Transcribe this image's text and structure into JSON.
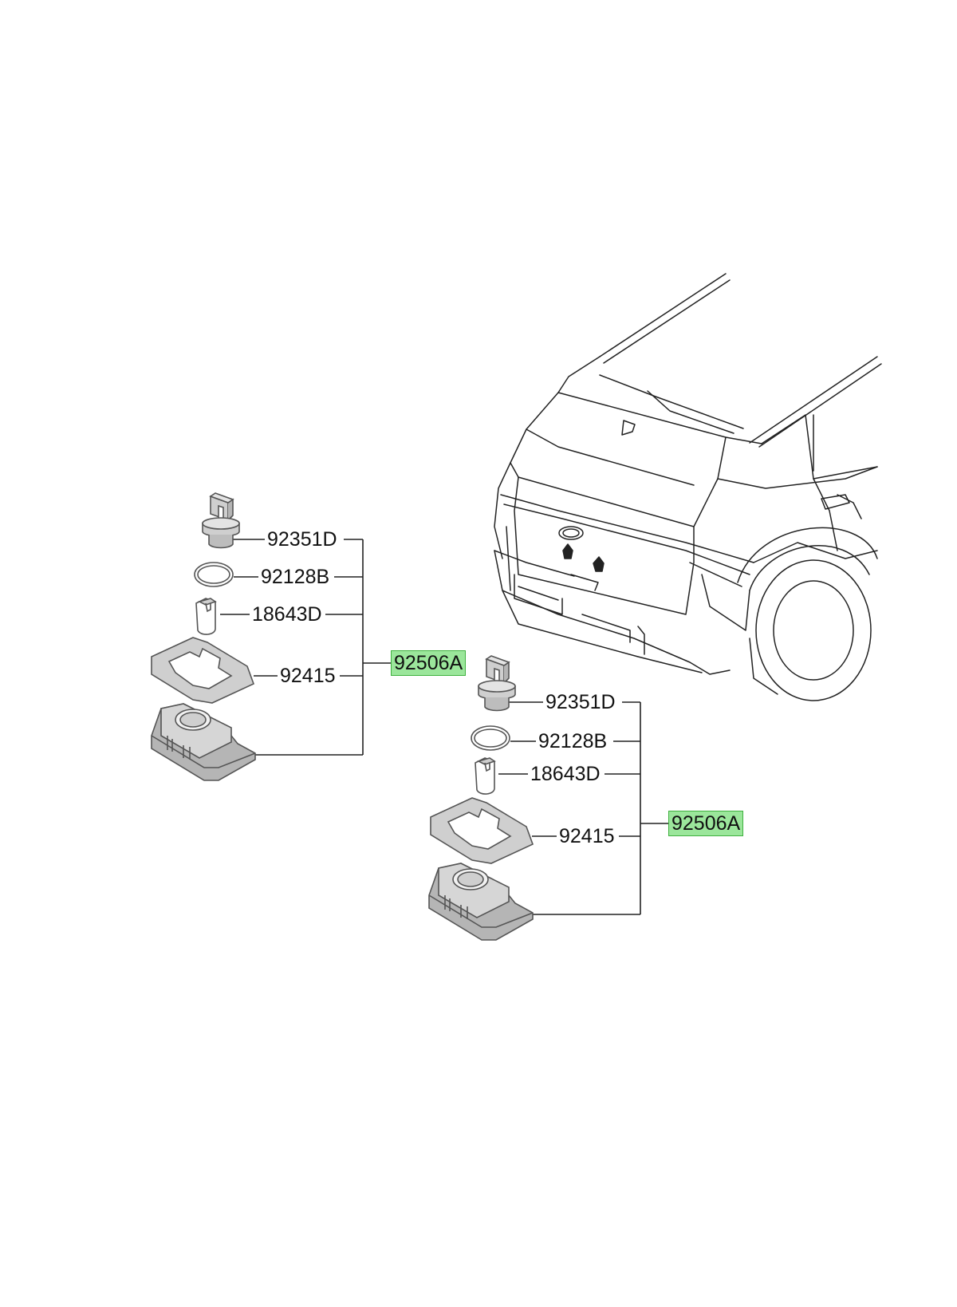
{
  "colors": {
    "highlight_fill": "#9be69b",
    "highlight_border": "#3fb13f",
    "line": "#222222",
    "part_fill": "#cfcfcf"
  },
  "groups": [
    {
      "assembly_label": "92506A",
      "parts": [
        {
          "number": "92351D",
          "icon": "bulb-socket-icon"
        },
        {
          "number": "92128B",
          "icon": "o-ring-icon"
        },
        {
          "number": "18643D",
          "icon": "bulb-icon"
        },
        {
          "number": "92415",
          "icon": "lens-gasket-icon"
        },
        {
          "icon": "lamp-housing-icon"
        }
      ]
    },
    {
      "assembly_label": "92506A",
      "parts": [
        {
          "number": "92351D",
          "icon": "bulb-socket-icon"
        },
        {
          "number": "92128B",
          "icon": "o-ring-icon"
        },
        {
          "number": "18643D",
          "icon": "bulb-icon"
        },
        {
          "number": "92415",
          "icon": "lens-gasket-icon"
        },
        {
          "icon": "lamp-housing-icon"
        }
      ]
    }
  ],
  "vehicle": {
    "icon": "car-rear-view-icon"
  }
}
